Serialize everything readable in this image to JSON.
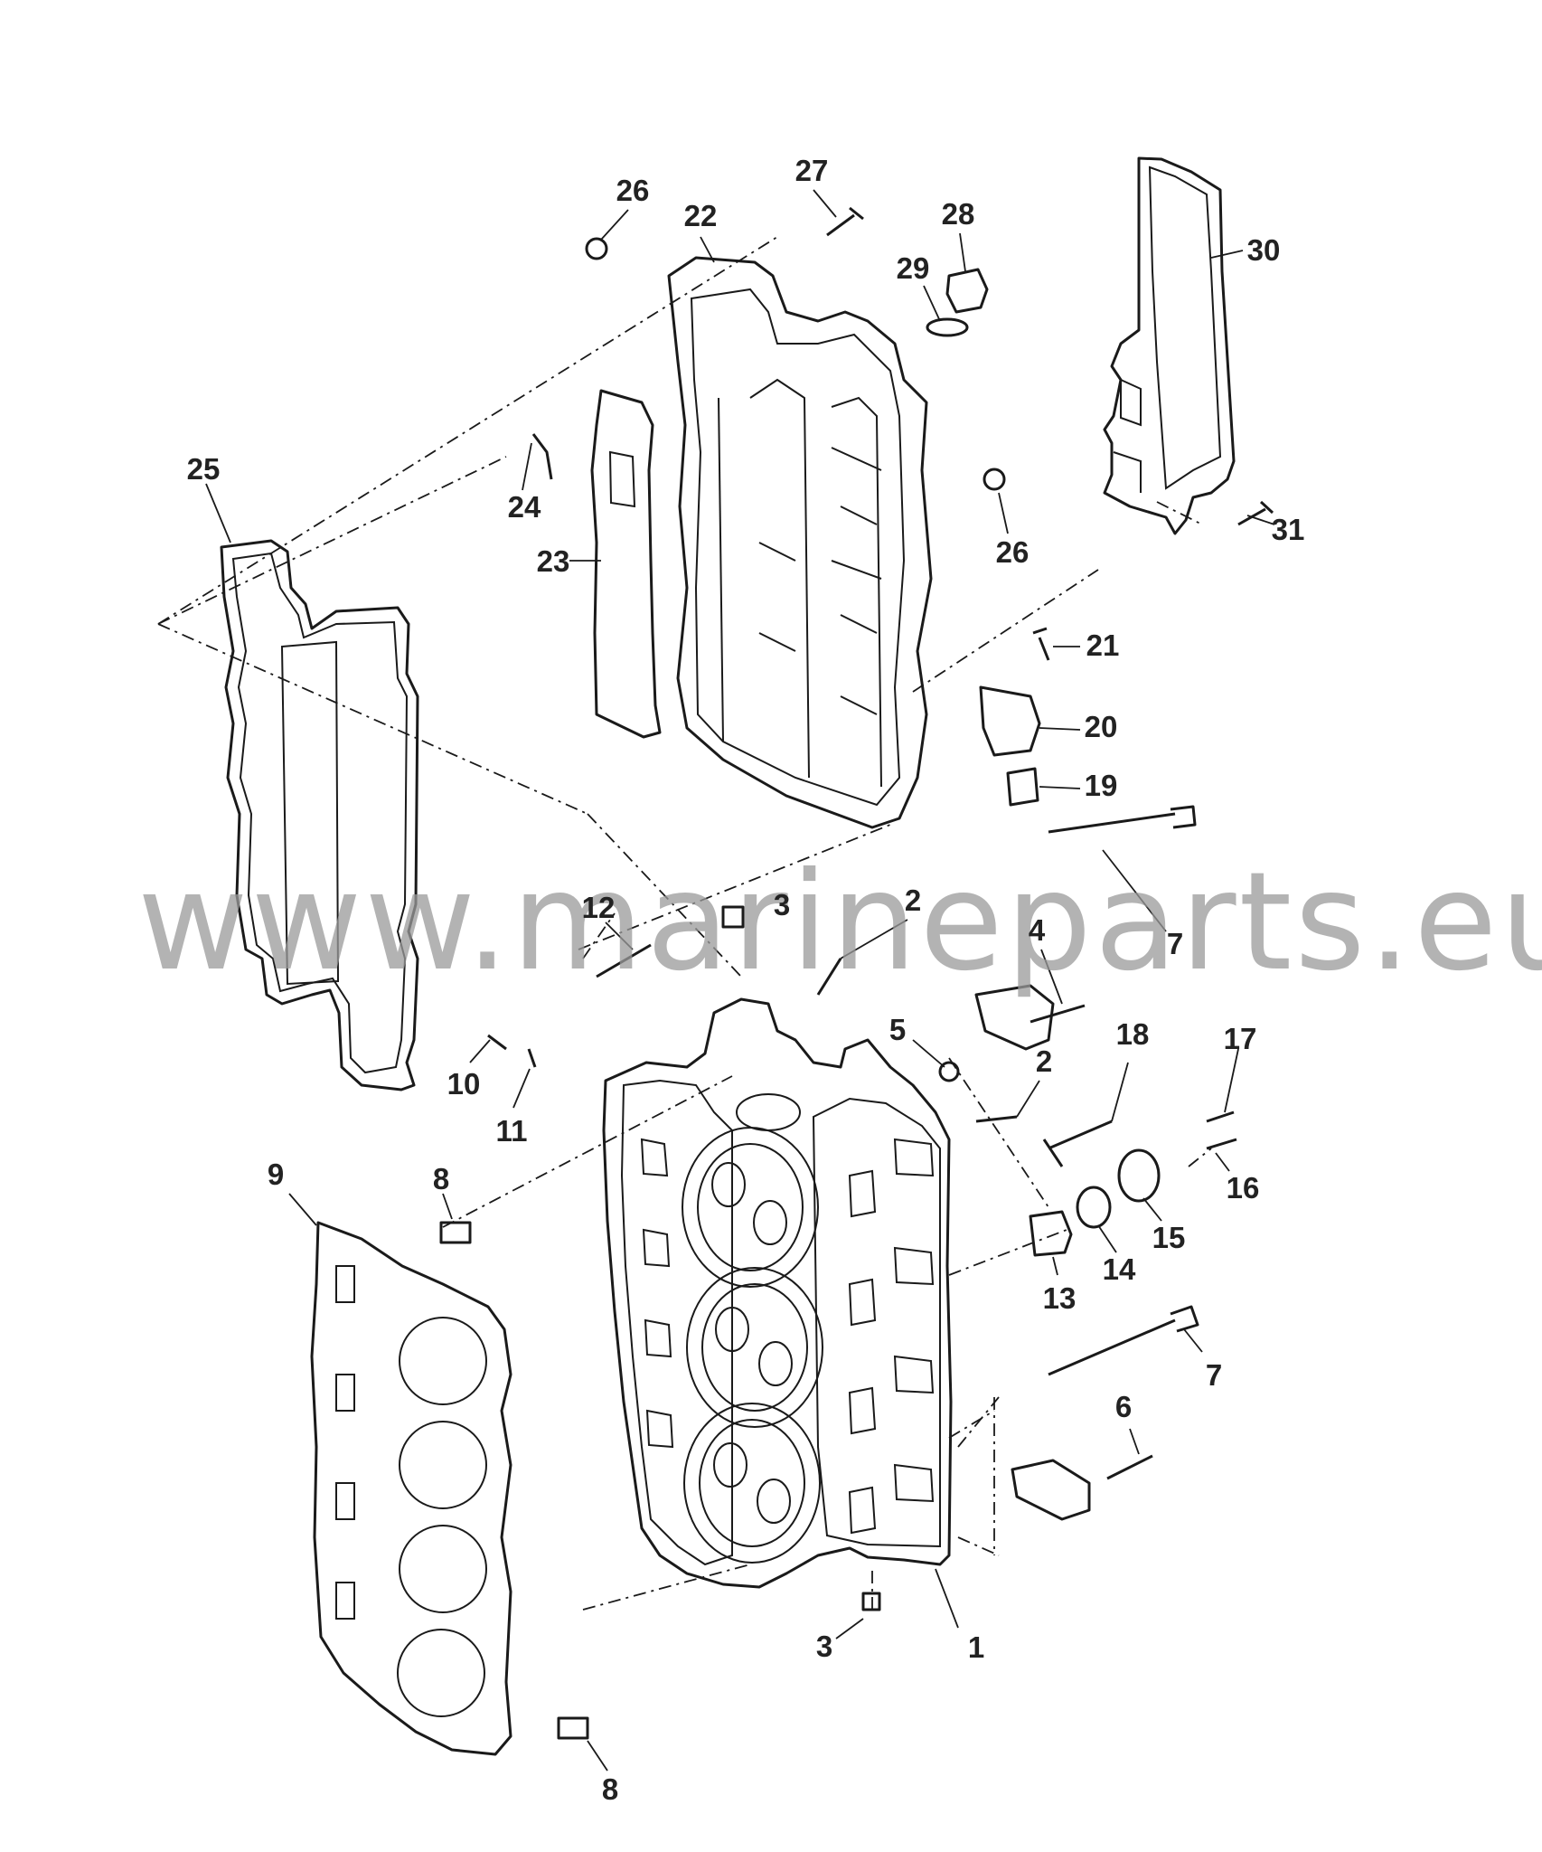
{
  "watermark": "www.marineparts.eu",
  "callouts": [
    {
      "id": "c1",
      "text": "1"
    },
    {
      "id": "c2a",
      "text": "2"
    },
    {
      "id": "c2b",
      "text": "2"
    },
    {
      "id": "c3a",
      "text": "3"
    },
    {
      "id": "c3b",
      "text": "3"
    },
    {
      "id": "c4",
      "text": "4"
    },
    {
      "id": "c5",
      "text": "5"
    },
    {
      "id": "c6",
      "text": "6"
    },
    {
      "id": "c7a",
      "text": "7"
    },
    {
      "id": "c7b",
      "text": "7"
    },
    {
      "id": "c8a",
      "text": "8"
    },
    {
      "id": "c8b",
      "text": "8"
    },
    {
      "id": "c9",
      "text": "9"
    },
    {
      "id": "c10",
      "text": "10"
    },
    {
      "id": "c11",
      "text": "11"
    },
    {
      "id": "c12",
      "text": "12"
    },
    {
      "id": "c13",
      "text": "13"
    },
    {
      "id": "c14",
      "text": "14"
    },
    {
      "id": "c15",
      "text": "15"
    },
    {
      "id": "c16",
      "text": "16"
    },
    {
      "id": "c17",
      "text": "17"
    },
    {
      "id": "c18",
      "text": "18"
    },
    {
      "id": "c19",
      "text": "19"
    },
    {
      "id": "c20",
      "text": "20"
    },
    {
      "id": "c21",
      "text": "21"
    },
    {
      "id": "c22",
      "text": "22"
    },
    {
      "id": "c23",
      "text": "23"
    },
    {
      "id": "c24",
      "text": "24"
    },
    {
      "id": "c25",
      "text": "25"
    },
    {
      "id": "c26a",
      "text": "26"
    },
    {
      "id": "c26b",
      "text": "26"
    },
    {
      "id": "c27",
      "text": "27"
    },
    {
      "id": "c28",
      "text": "28"
    },
    {
      "id": "c29",
      "text": "29"
    },
    {
      "id": "c30",
      "text": "30"
    },
    {
      "id": "c31",
      "text": "31"
    }
  ]
}
